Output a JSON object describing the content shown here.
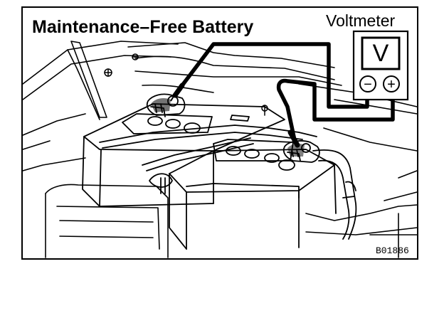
{
  "diagram": {
    "title": "Maintenance–Free Battery",
    "meter_label": "Voltmeter",
    "meter_letter": "V",
    "minus_symbol": "−",
    "plus_symbol": "+",
    "figure_code": "B01886"
  }
}
